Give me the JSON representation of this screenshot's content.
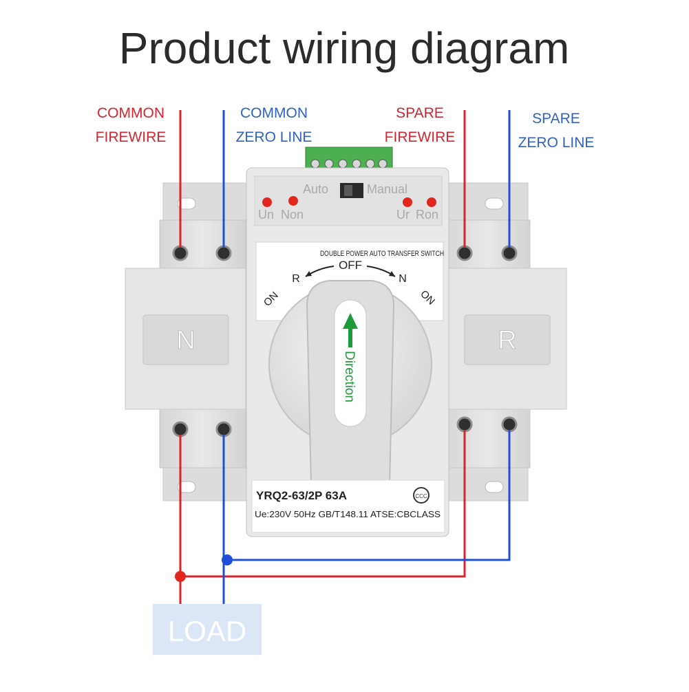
{
  "title": "Product wiring diagram",
  "labels": {
    "common_firewire": [
      "COMMON",
      "FIREWIRE"
    ],
    "common_zero_line": [
      "COMMON",
      "ZERO LINE"
    ],
    "spare_firewire": [
      "SPARE",
      "FIREWIRE"
    ],
    "spare_zero_line": [
      "SPARE",
      "ZERO LINE"
    ],
    "load": "LOAD"
  },
  "device": {
    "mode_auto": "Auto",
    "mode_manual": "Manual",
    "led_un": "Un",
    "led_non": "Non",
    "led_ur": "Ur",
    "led_ron": "Ron",
    "switch_title": "DOUBLE POWER AUTO TRANSFER SWITCH",
    "pos_off": "OFF",
    "pos_r": "R",
    "pos_n": "N",
    "pos_on_left": "ON",
    "pos_on_right": "ON",
    "handle_text": "Direction",
    "side_left": "N",
    "side_right": "R",
    "model": "YRQ2-63/2P 63A",
    "spec": "Ue:230V  50Hz  GB/T148.11  ATSE:CBCLASS",
    "cert_mark": "CCC"
  },
  "colors": {
    "fire": "#d9232d",
    "zero": "#1f4fd8",
    "label_red": "#d9232d",
    "label_blue": "#2f62c9",
    "load_box": "#dbe6f6",
    "led": "#e3261d",
    "arrow_green": "#1e9a3a"
  }
}
